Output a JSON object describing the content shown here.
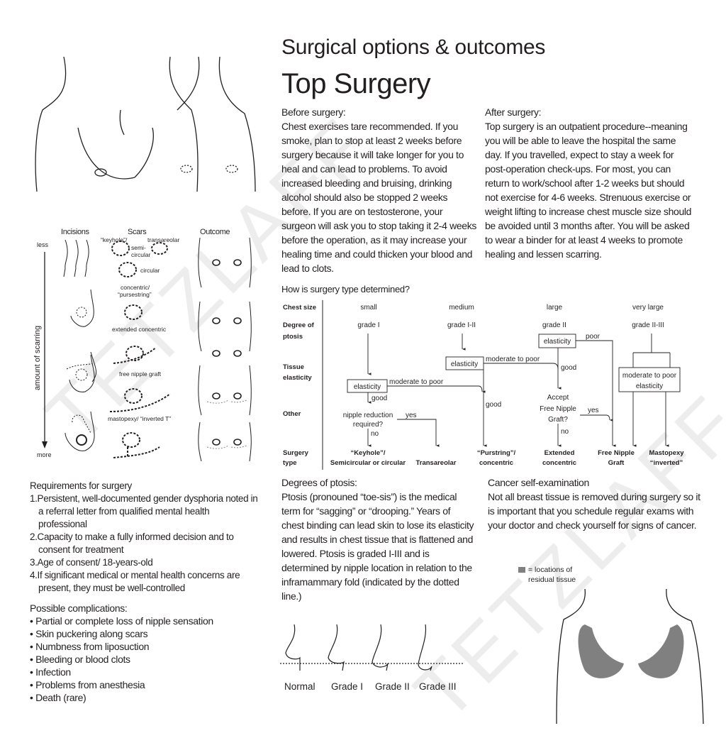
{
  "header": {
    "subtitle": "Surgical options & outcomes",
    "title": "Top Surgery"
  },
  "before": {
    "heading": "Before surgery:",
    "body": "Chest exercises tare recommended. If you smoke, plan to stop at least 2 weeks before surgery because it will take longer for you to heal and can lead to problems. To avoid increased bleeding and bruising, drinking alcohol should also be stopped 2 weeks before. If you are on testosterone, your surgeon will ask you to stop taking it 2-4 weeks before the operation, as it may increase your healing time and could thicken your blood and lead to clots."
  },
  "after": {
    "heading": "After surgery:",
    "body": "Top surgery is an outpatient procedure--meaning you will be able to leave the hospital the same day. If you travelled, expect to stay a week for post-operation check-ups. For most, you can return to work/school after 1-2 weeks but should not exercise for 4-6 weeks. Strenuous exercise or weight lifting to increase chest muscle size should be avoided until 3 months after. You will be asked to wear a binder for at least 4 weeks to promote healing and lessen scarring."
  },
  "scar_diagram": {
    "col_incisions": "Incisions",
    "col_scars": "Scars",
    "col_outcome": "Outcome",
    "axis_label": "amount of scarring",
    "less": "less",
    "more": "more",
    "labels": {
      "keyhole": "“keyhole”/",
      "semi": "semi-",
      "circular_a": "circular",
      "transareolar": "transareolar",
      "circular": "circular",
      "concentric": "concentric/",
      "pursestring": "“pursestring”",
      "extended": "extended concentric",
      "fng": "free nipple graft",
      "mastopexy": "mastopexy/ “inverted T”"
    }
  },
  "flowchart": {
    "title": "How is surgery type determined?",
    "rows": {
      "chest_size": "Chest size",
      "ptosis_a": "Degree of",
      "ptosis_b": "ptosis",
      "tissue_a": "Tissue",
      "tissue_b": "elasticity",
      "other": "Other",
      "type_a": "Surgery",
      "type_b": "type"
    },
    "sizes": [
      "small",
      "medium",
      "large",
      "very large"
    ],
    "grades": [
      "grade I",
      "grade I-II",
      "grade II",
      "grade II-III"
    ],
    "elasticity": "elasticity",
    "moderate_to_poor": "moderate to poor",
    "mod_poor_box_a": "moderate to poor",
    "mod_poor_box_b": "elasticity",
    "good": "good",
    "poor": "poor",
    "yes": "yes",
    "no": "no",
    "nipple_q_a": "nipple reduction",
    "nipple_q_b": "required?",
    "accept_a": "Accept",
    "accept_b": "Free Nipple",
    "accept_c": "Graft?",
    "outcomes": [
      {
        "a": "“Keyhole”/",
        "b": "Semicircular or circular"
      },
      {
        "a": "",
        "b": "Transareolar"
      },
      {
        "a": "“Purstring”/",
        "b": "concentric"
      },
      {
        "a": "Extended",
        "b": "concentric"
      },
      {
        "a": "Free Nipple",
        "b": "Graft"
      },
      {
        "a": "Mastopexy",
        "b": "“inverted”"
      }
    ]
  },
  "requirements": {
    "heading": "Requirements for surgery",
    "items": [
      "1.Persistent, well-documented gender dysphoria noted in a referral letter from qualified mental health professional",
      "2.Capacity to make a fully informed decision and to consent for treatment",
      "3.Age of consent/ 18-years-old",
      "4.If significant medical or mental health concerns are present, they must be  well-controlled"
    ]
  },
  "complications": {
    "heading": "Possible complications:",
    "items": [
      "• Partial or complete loss of nipple sensation",
      "• Skin puckering along scars",
      "• Numbness from liposuction",
      "• Bleeding or blood clots",
      "• Infection",
      "• Problems from anesthesia",
      "• Death (rare)"
    ]
  },
  "ptosis": {
    "heading": "Degrees of ptosis:",
    "body": "Ptosis (pronouned “toe-sis”) is the medical term for “sagging” or “drooping.” Years of chest binding can lead skin to lose its elasticity and results in chest tissue that is flattened and lowered. Ptosis is graded I-III and is determined by nipple location in relation to the inframammary fold (indicated by the dotted line.)",
    "grades": [
      "Normal",
      "Grade I",
      "Grade II",
      "Grade III"
    ]
  },
  "cancer": {
    "heading": "Cancer self-examination",
    "body": "Not all breast tissue is removed during surgery so it is important that you schedule regular exams with your doctor and check yourself for signs of cancer.",
    "legend_a": "= locations of",
    "legend_b": "residual tissue",
    "tissue_color": "#808080"
  },
  "watermark": "TETZLAFF"
}
